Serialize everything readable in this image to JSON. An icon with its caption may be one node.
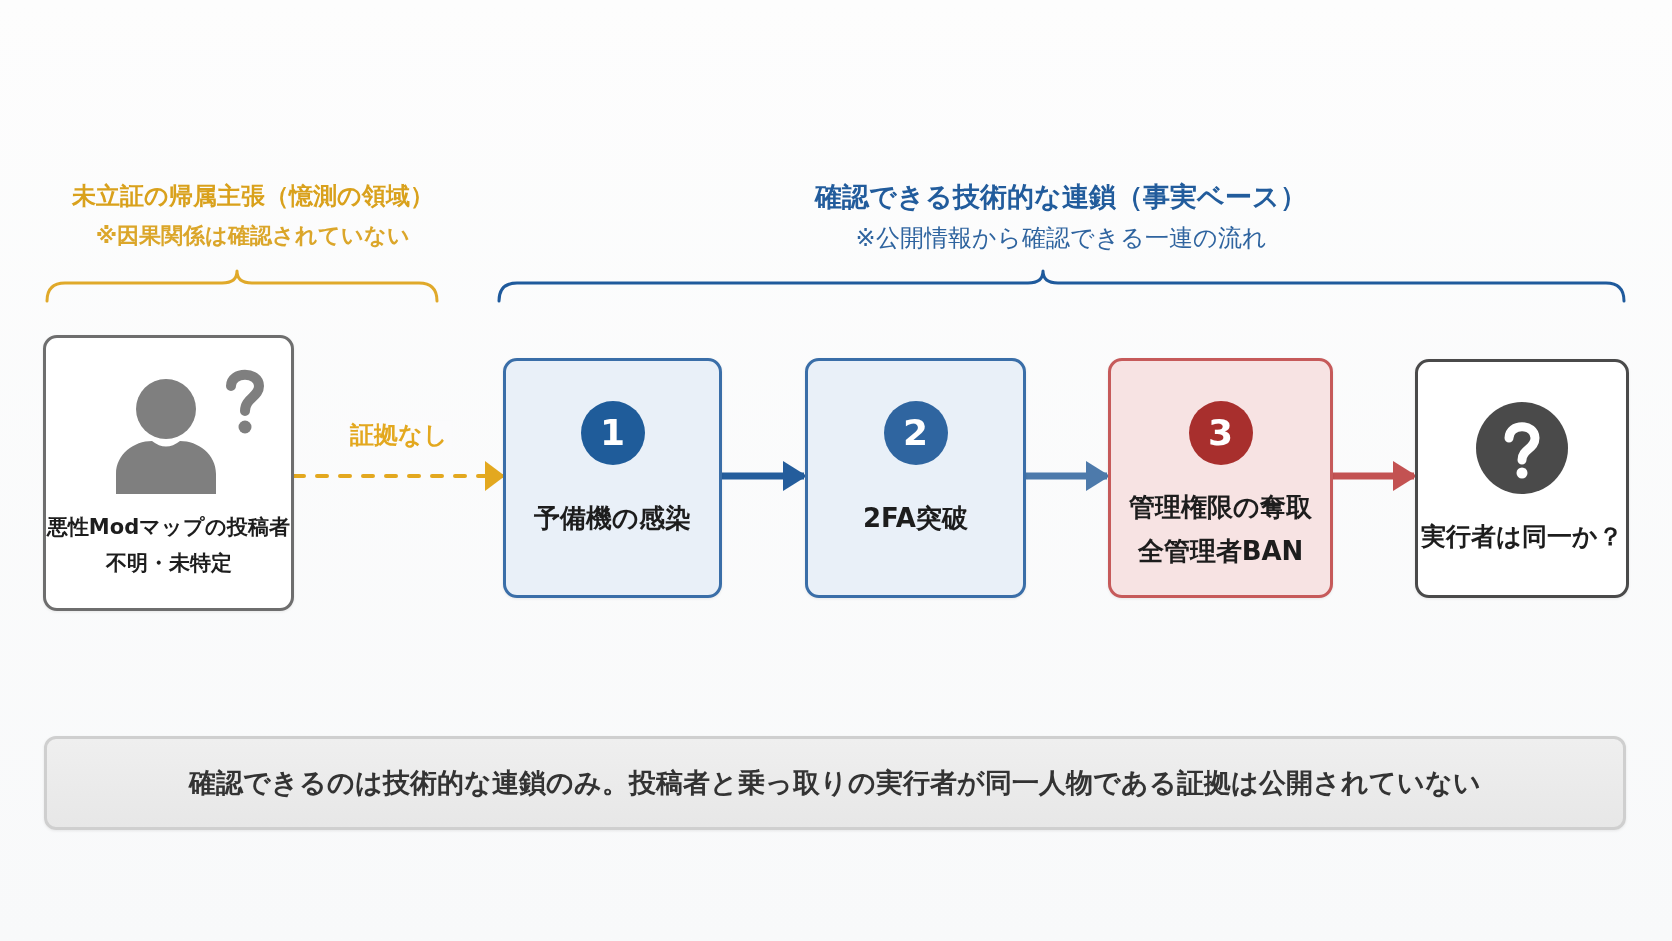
{
  "diagram": {
    "nodes": [
      {
        "text": [
          "悪性Modマップの投稿者",
          "不明・未特定"
        ]
      },
      {
        "text": [
          "1",
          "予備機の感染"
        ]
      },
      {
        "text": [
          "2",
          "2FA突破"
        ]
      },
      {
        "text": [
          "3",
          "管理権限の奪取",
          "全管理者BAN"
        ]
      },
      {
        "text": [
          "実行者は同一か？"
        ]
      },
      {
        "text": [
          "確認できるのは技術的な連鎖のみ。投稿者と乗っ取りの実行者が同一人物である証拠は公開されていない"
        ]
      }
    ],
    "edges": [
      {
        "from": 0,
        "to": 1,
        "arrow": "to",
        "label": "証拠なし",
        "style": "dashed",
        "color": "#e3a81f"
      },
      {
        "from": 1,
        "to": 2,
        "arrow": "to",
        "color": "#245d9c"
      },
      {
        "from": 2,
        "to": 3,
        "arrow": "to",
        "color": "#4d7aab"
      },
      {
        "from": 3,
        "to": 4,
        "arrow": "to",
        "color": "#c35252"
      }
    ],
    "labels": [
      "未立証の帰属主張（憶測の領域）",
      "※因果関係は確認されていない",
      "確認できる技術的な連鎖（事実ベース）",
      "※公開情報から確認できる一連の流れ"
    ]
  }
}
